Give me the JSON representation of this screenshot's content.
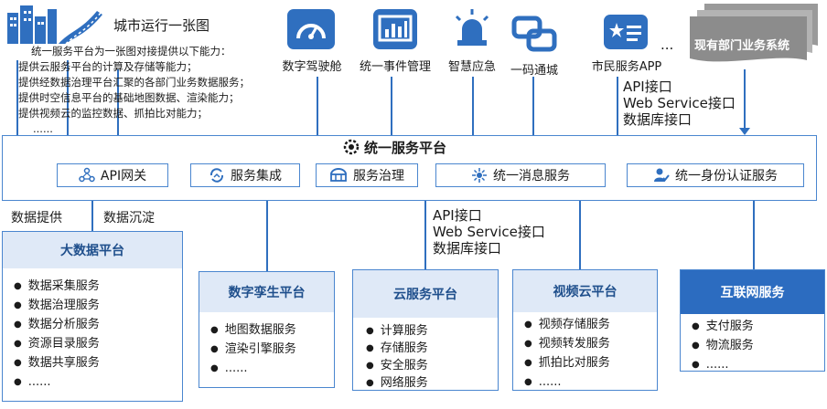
{
  "city_map": {
    "title": "城市运行一张图",
    "lines": [
      "统一服务平台为一张图对接提供以下能力：",
      "提供云服务平台的计算及存储等能力；",
      "提供经数据治理平台汇聚的各部门业务数据服务；",
      "提供时空信息平台的基础地图数据、渲染能力；",
      "提供视频云的监控数据、抓拍比对能力；",
      "......"
    ]
  },
  "top_apps": [
    {
      "label": "数字驾驶舱",
      "icon": "gauge-icon"
    },
    {
      "label": "统一事件管理",
      "icon": "bar-chart-icon"
    },
    {
      "label": "智慧应急",
      "icon": "alarm-light-icon"
    },
    {
      "label": "一码通城",
      "icon": "link-icon"
    },
    {
      "label": "市民服务APP",
      "icon": "id-card-icon"
    }
  ],
  "top_ellipsis": "...",
  "dept_systems": "现有部门业务系统",
  "top_interfaces": [
    "API接口",
    "Web Service接口",
    "数据库接口"
  ],
  "platform": {
    "title": "统一服务平台",
    "services": [
      {
        "label": "API网关",
        "icon": "gateway-icon"
      },
      {
        "label": "服务集成",
        "icon": "integration-icon"
      },
      {
        "label": "服务治理",
        "icon": "governance-icon"
      },
      {
        "label": "统一消息服务",
        "icon": "message-icon"
      },
      {
        "label": "统一身份认证服务",
        "icon": "user-auth-icon"
      }
    ]
  },
  "data_provide": "数据提供",
  "data_sink": "数据沉淀",
  "mid_interfaces": [
    "API接口",
    "Web Service接口",
    "数据库接口"
  ],
  "platforms": [
    {
      "title": "大数据平台",
      "items": [
        "数据采集服务",
        "数据治理服务",
        "数据分析服务",
        "资源目录服务",
        "数据共享服务",
        "......"
      ]
    },
    {
      "title": "数字孪生平台",
      "items": [
        "地图数据服务",
        "渲染引擎服务",
        "......"
      ]
    },
    {
      "title": "云服务平台",
      "items": [
        "计算服务",
        "存储服务",
        "安全服务",
        "网络服务"
      ]
    },
    {
      "title": "视频云平台",
      "items": [
        "视频存储服务",
        "视频转发服务",
        "抓拍比对服务",
        "......"
      ]
    },
    {
      "title": "互联网服务",
      "items": [
        "支付服务",
        "物流服务",
        "......"
      ]
    }
  ],
  "colors": {
    "accent": "#2f6fbf",
    "header_bg": "#dfe9f7",
    "internet_header": "#2c6cc0"
  }
}
